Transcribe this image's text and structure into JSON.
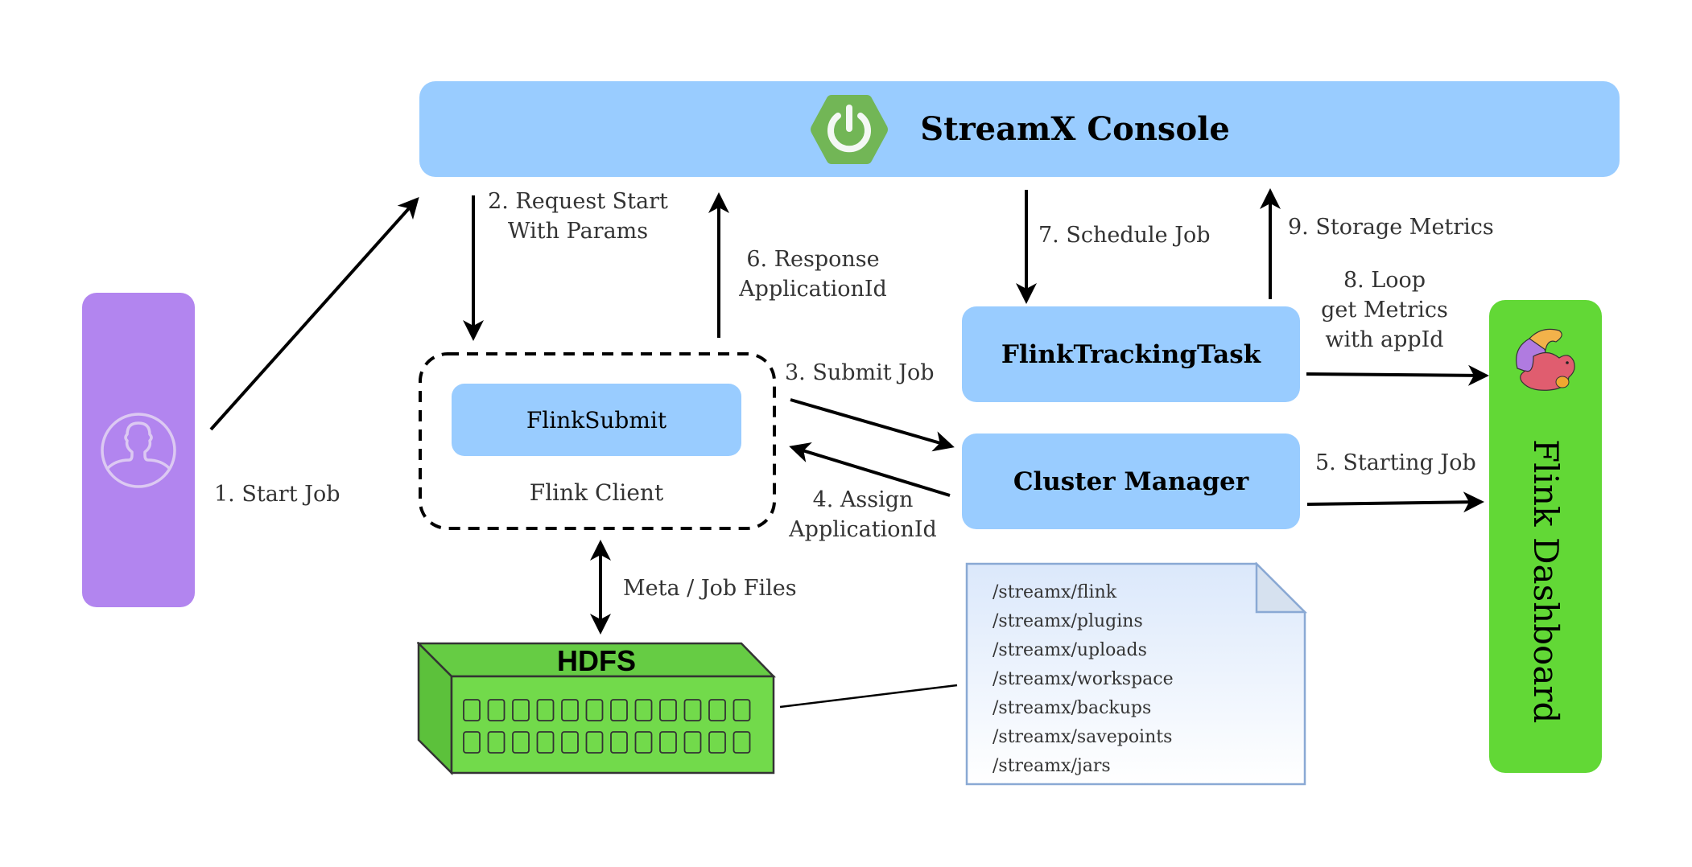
{
  "console": {
    "title": "StreamX Console",
    "logo_icon": "spring-power-icon"
  },
  "user": {
    "icon": "user-icon"
  },
  "flink_client": {
    "container_label": "Flink Client",
    "submit_box": "FlinkSubmit"
  },
  "tracking_task": {
    "label": "FlinkTrackingTask"
  },
  "cluster_manager": {
    "label": "Cluster Manager"
  },
  "dashboard": {
    "label": "Flink Dashboard",
    "logo_icon": "flink-squirrel-icon"
  },
  "hdfs": {
    "label": "HDFS"
  },
  "steps": {
    "s1": "1. Start Job",
    "s2_line1": "2. Request Start",
    "s2_line2": "With Params",
    "s3": "3. Submit Job",
    "s4_line1": "4. Assign",
    "s4_line2": "ApplicationId",
    "s5": "5. Starting Job",
    "s6_line1": "6. Response",
    "s6_line2": "ApplicationId",
    "s7": "7. Schedule Job",
    "s8_line1": "8. Loop",
    "s8_line2": "get Metrics",
    "s8_line3": "with appId",
    "s9": "9. Storage Metrics",
    "meta": "Meta / Job Files"
  },
  "hdfs_paths": [
    "/streamx/flink",
    "/streamx/plugins",
    "/streamx/uploads",
    "/streamx/workspace",
    "/streamx/backups",
    "/streamx/savepoints",
    "/streamx/jars"
  ],
  "colors": {
    "console_blue": "#99ccff",
    "user_purple": "#b285ef",
    "dashboard_green": "#62d836",
    "hdfs_green": "#6fd84a",
    "spring_green": "#72b656",
    "note_border": "#8aa9d4"
  }
}
